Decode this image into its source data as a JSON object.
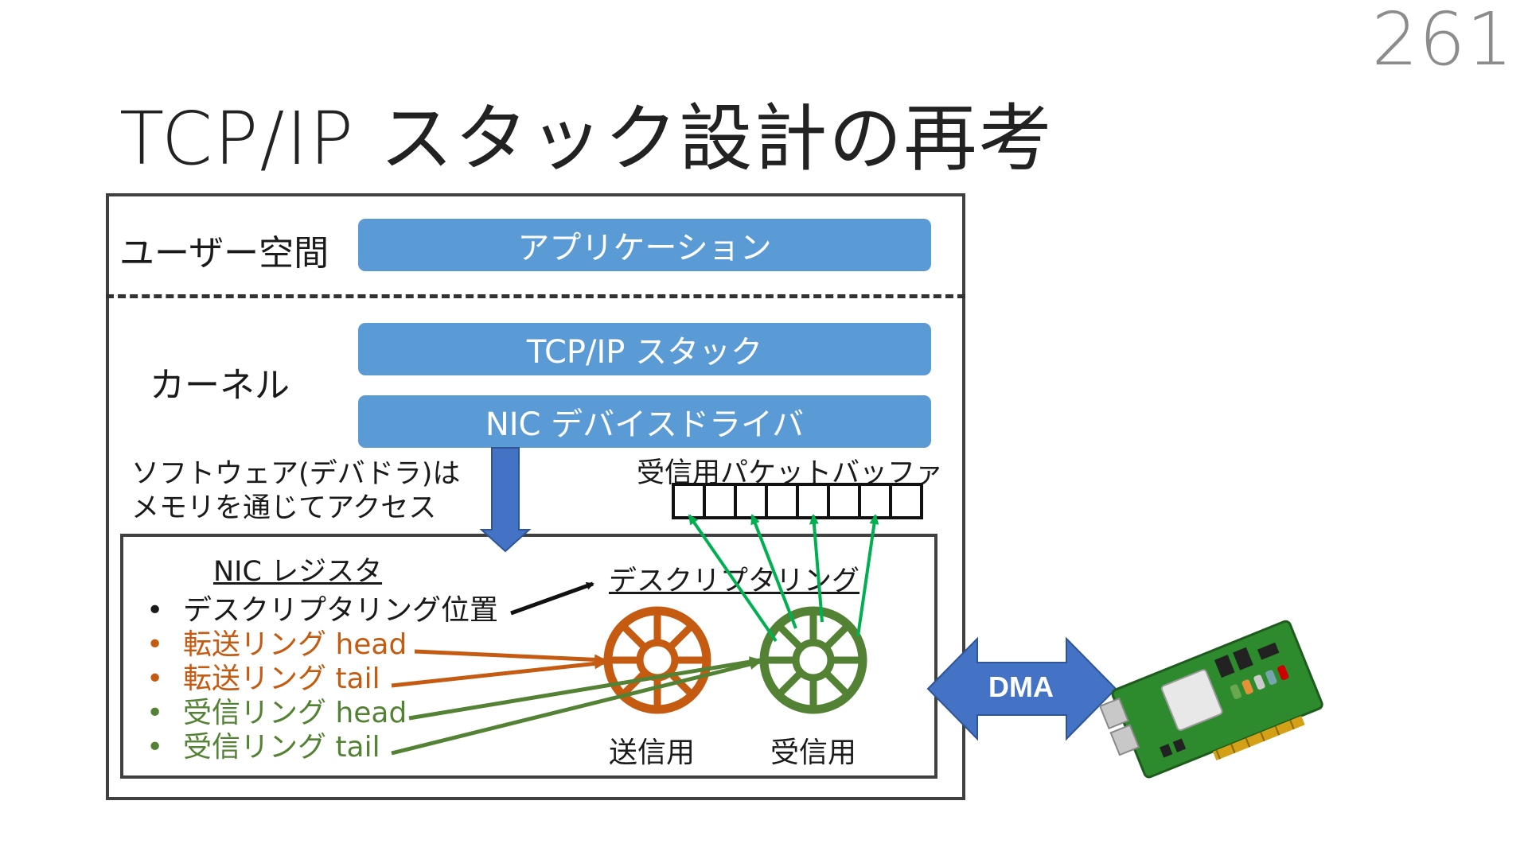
{
  "page_number": "261",
  "title": "TCP/IP スタック設計の再考",
  "layers": {
    "user_label": "ユーザー空間",
    "kernel_label": "カーネル",
    "app_bar": "アプリケーション",
    "tcpip_bar": "TCP/IP スタック",
    "driver_bar": "NIC デバイスドライバ"
  },
  "software_caption": {
    "line1": "ソフトウェア(デバドラ)は",
    "line2": "メモリを通じてアクセス"
  },
  "buffer_label": "受信用パケットバッファ",
  "buffer_cells": 8,
  "nic": {
    "title": "NIC レジスタ",
    "ring_title": "デスクリプタリング",
    "registers": [
      {
        "bullet": "•",
        "text": "デスクリプタリング位置",
        "color": "#1a1a1a"
      },
      {
        "bullet": "•",
        "text": "転送リング head",
        "color": "#c55a11"
      },
      {
        "bullet": "•",
        "text": "転送リング tail",
        "color": "#c55a11"
      },
      {
        "bullet": "•",
        "text": "受信リング head",
        "color": "#548235"
      },
      {
        "bullet": "•",
        "text": "受信リング tail",
        "color": "#548235"
      }
    ],
    "send_ring_label": "送信用",
    "recv_ring_label": "受信用"
  },
  "dma_label": "DMA",
  "colors": {
    "bar_blue": "#5b9bd5",
    "arrow_blue": "#4472c4",
    "orange": "#c55a11",
    "green": "#548235",
    "bright_green": "#00b050"
  },
  "icons": {
    "nic_card": "nic-card-icon"
  }
}
